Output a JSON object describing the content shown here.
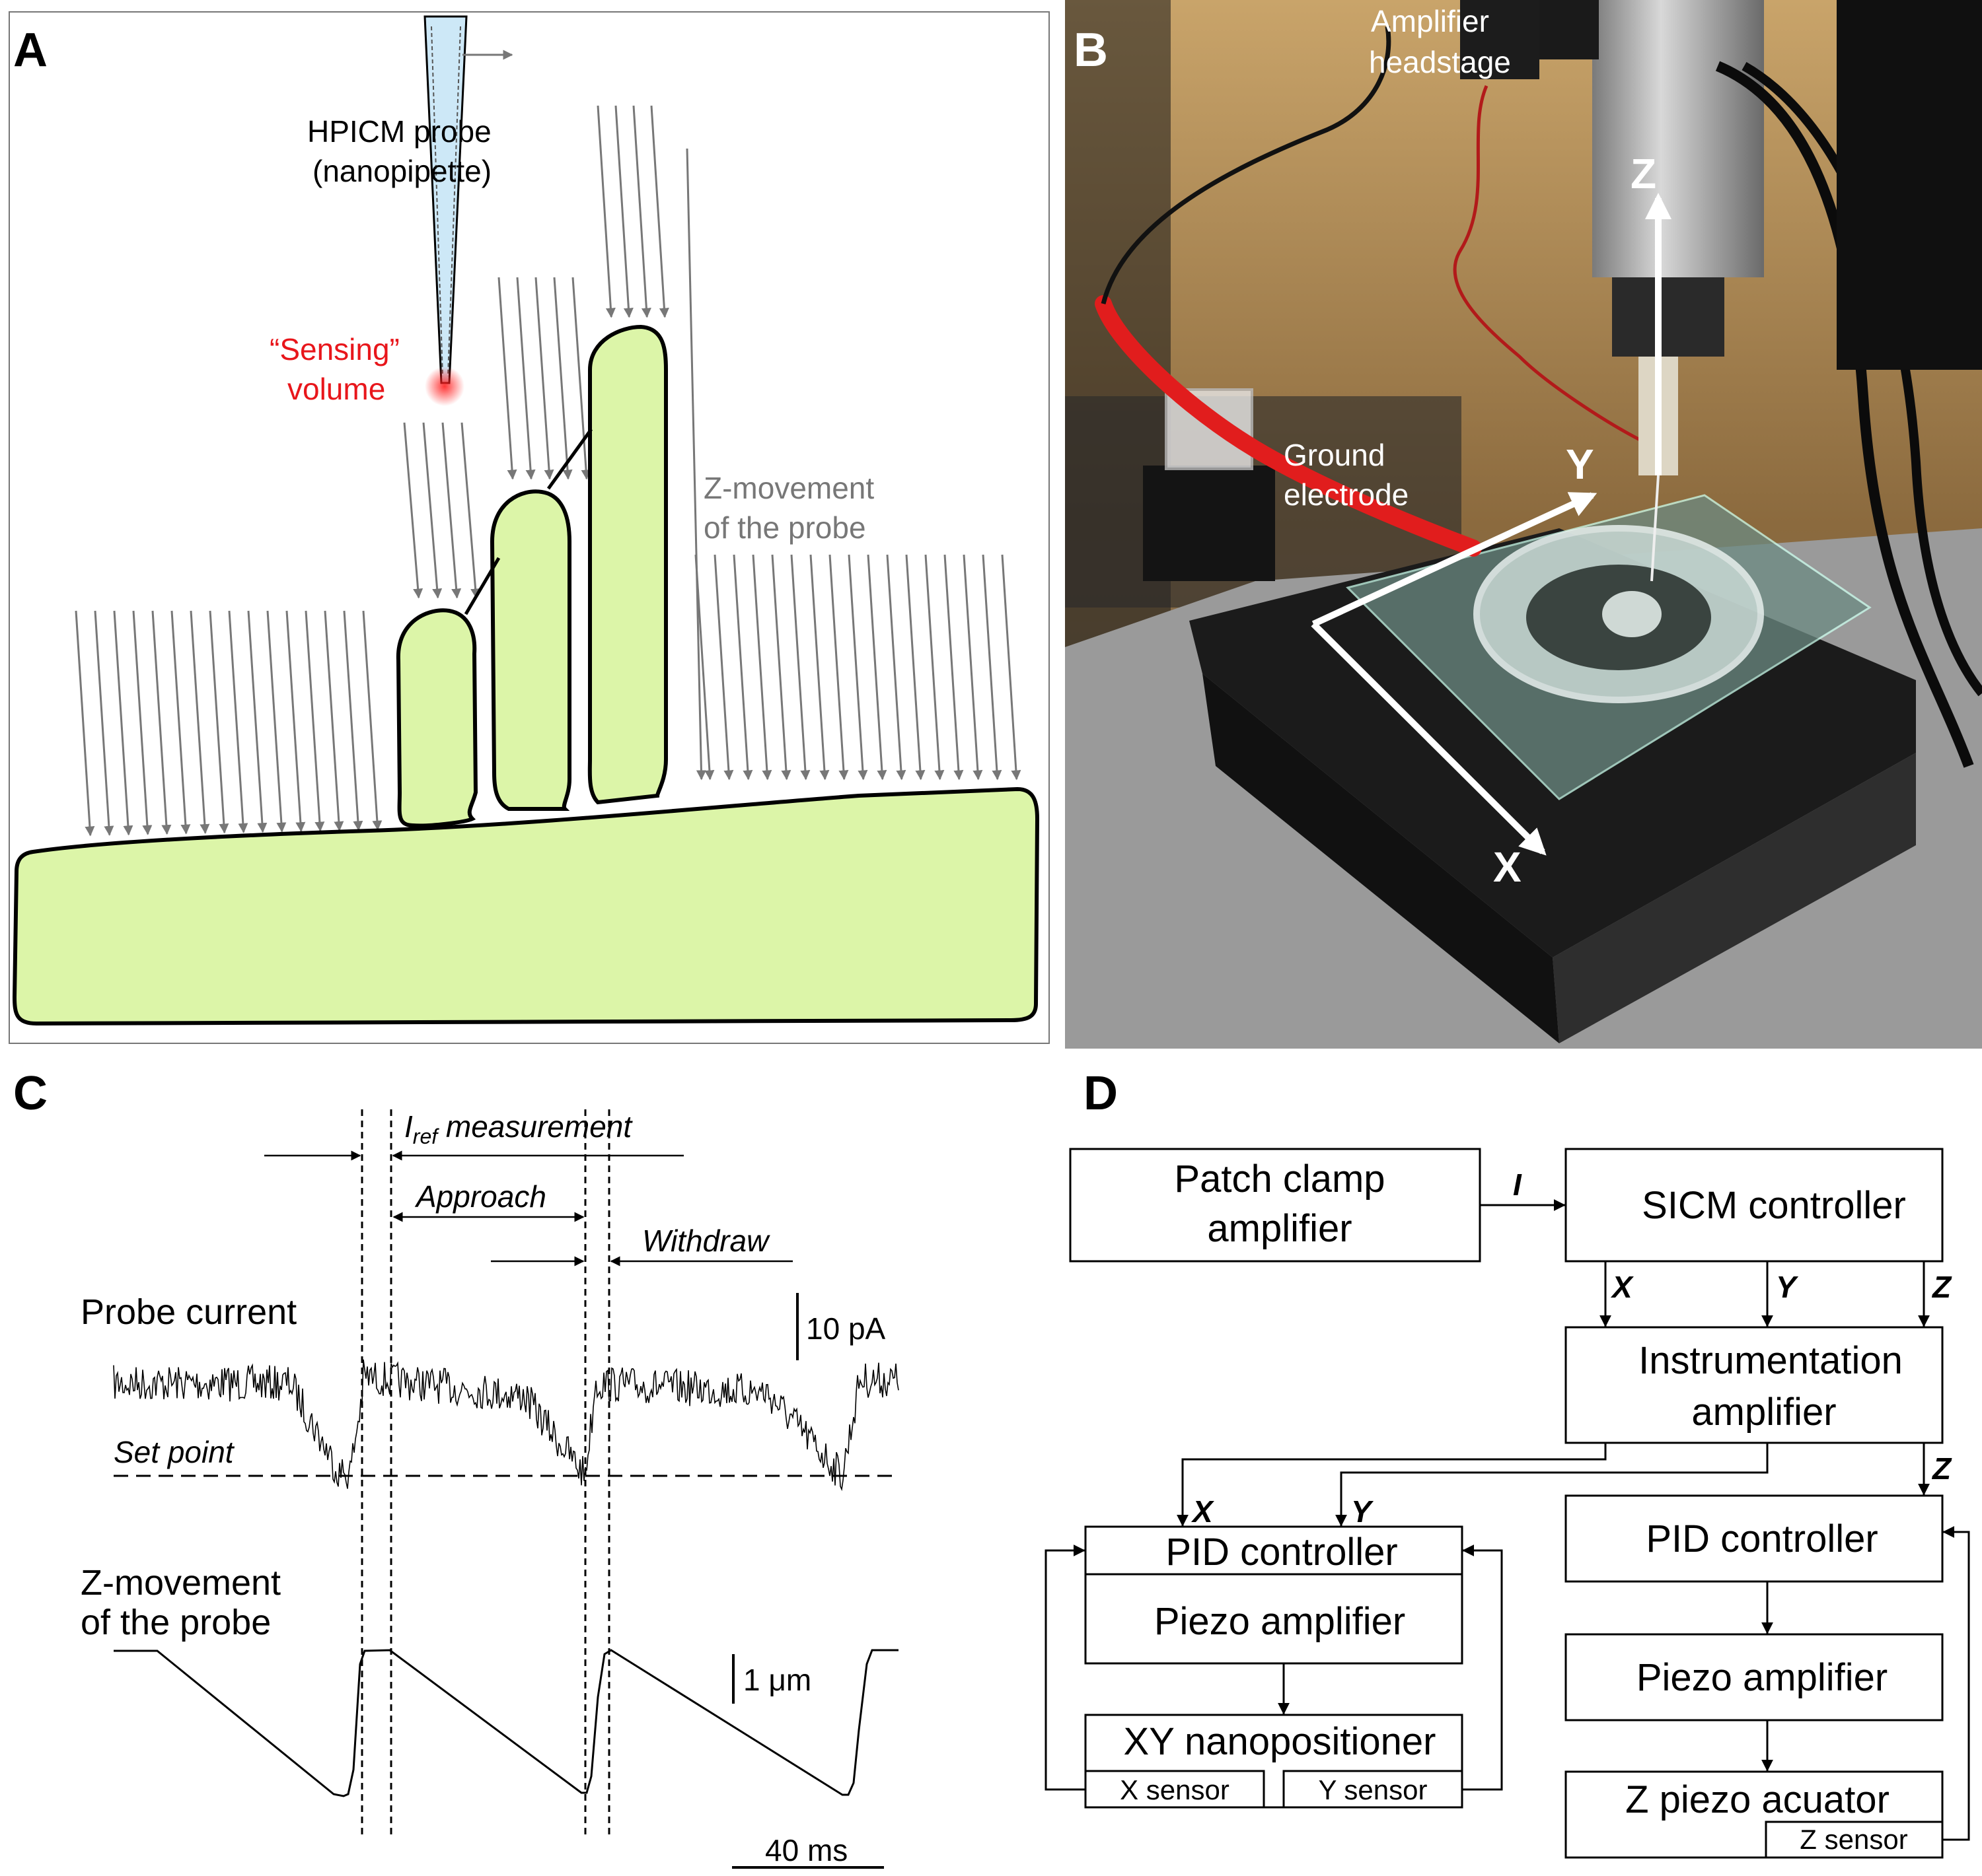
{
  "panels": {
    "a": {
      "letter": "A",
      "probe_label_1": "HPICM probe",
      "probe_label_2": "(nanopipette)",
      "sensing_label_1": "“Sensing”",
      "sensing_label_2": "volume",
      "zmove_label_1": "Z-movement",
      "zmove_label_2": "of the probe"
    },
    "b": {
      "letter": "B",
      "headstage_1": "Amplifier",
      "headstage_2": "headstage",
      "ground_1": "Ground",
      "ground_2": "electrode",
      "axis_z": "Z",
      "axis_y": "Y",
      "axis_x": "X"
    },
    "c": {
      "letter": "C",
      "iref_main": "I",
      "iref_sub": "ref",
      "iref_rest": " measurement",
      "approach": "Approach",
      "withdraw": "Withdraw",
      "probe_current": "Probe current",
      "current_scale": "10 pA",
      "set_point": "Set point",
      "zmove_1": "Z-movement",
      "zmove_2": "of the probe",
      "distance_scale": "1 μm",
      "time_scale": "40 ms"
    },
    "d": {
      "letter": "D",
      "patch_clamp_1": "Patch clamp",
      "patch_clamp_2": "amplifier",
      "sicm": "SICM controller",
      "instr_1": "Instrumentation",
      "instr_2": "amplifier",
      "pid_xy": "PID controller",
      "piezo_xy": "Piezo amplifier",
      "xy_nano": "XY nanopositioner",
      "x_sensor": "X sensor",
      "y_sensor": "Y sensor",
      "pid_z": "PID controller",
      "piezo_z": "Piezo amplifier",
      "z_piezo": "Z piezo acuator",
      "z_sensor": "Z sensor",
      "sig_i": "I",
      "sig_x": "X",
      "sig_y": "Y",
      "sig_z": "Z"
    }
  },
  "colors": {
    "cell_fill": "#dcf5a8",
    "outline": "#000000",
    "arrow_gray": "#777777",
    "sensing_red": "#e8161b",
    "pipette_fill": "#cde8f7"
  }
}
